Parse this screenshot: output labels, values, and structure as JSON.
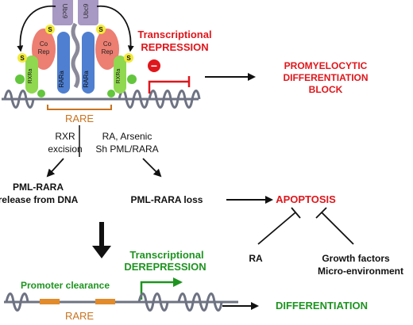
{
  "colors": {
    "red": "#e0161b",
    "green": "#1e9420",
    "orange": "#c8731f",
    "corep": "#ed7e72",
    "rara": "#4e7fd1",
    "rxra": "#8fd84f",
    "ubc": "#a898c4",
    "sumo": "#f2ea3a",
    "ball": "#63c63d",
    "dna": "#6e7383",
    "black": "#111111"
  },
  "complex": {
    "ubc9_left": "Ubc9",
    "ubc9_right": "Ubc9",
    "sumo": [
      "S",
      "S",
      "S",
      "S"
    ],
    "corep_left": [
      "Co",
      "Rep"
    ],
    "corep_right": [
      "Co",
      "Rep"
    ],
    "rxra": "RXRa",
    "rara": "RARa"
  },
  "top": {
    "repression_line1": "Transcriptional",
    "repression_line2": "REPRESSION",
    "rare": "RARE",
    "block_line1": "PROMYELOCYTIC",
    "block_line2": "DIFFERENTIATION",
    "block_line3": "BLOCK",
    "inhibit_symbol": "−"
  },
  "branches": {
    "left_line1": "RXR",
    "left_line2": "excision",
    "right_line1": "RA, Arsenic",
    "right_line2": "Sh PML/RARA"
  },
  "mid": {
    "release_line1": "PML-RARA",
    "release_line2": "release from DNA",
    "loss": "PML-RARA loss",
    "apoptosis": "APOPTOSIS",
    "ra": "RA",
    "growth_line1": "Growth factors",
    "growth_line2": "Micro-environment"
  },
  "bottom": {
    "derepression_line1": "Transcriptional",
    "derepression_line2": "DEREPRESSION",
    "promoter": "Promoter clearance",
    "rare": "RARE",
    "differentiation": "DIFFERENTIATION"
  }
}
